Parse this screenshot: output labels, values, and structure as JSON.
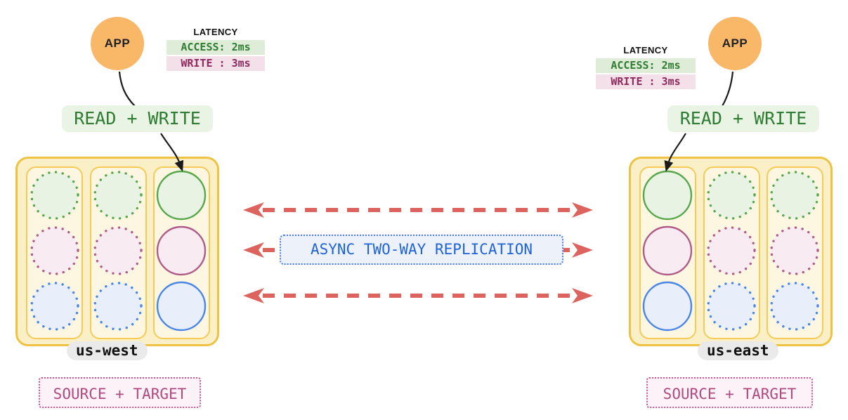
{
  "diagram": {
    "replication_label": "ASYNC TWO-WAY REPLICATION",
    "arrow_count": 3
  },
  "regions": [
    {
      "app": "APP",
      "latency_title": "LATENCY",
      "access": "ACCESS: 2ms",
      "write": "WRITE : 3ms",
      "action": "READ + WRITE",
      "name": "us-west",
      "role": "SOURCE + TARGET",
      "columns": [
        "dotted",
        "dotted",
        "solid"
      ]
    },
    {
      "app": "APP",
      "latency_title": "LATENCY",
      "access": "ACCESS: 2ms",
      "write": "WRITE : 3ms",
      "action": "READ + WRITE",
      "name": "us-east",
      "role": "SOURCE + TARGET",
      "columns": [
        "solid",
        "dotted",
        "dotted"
      ]
    }
  ],
  "colors": {
    "app_circle": "#F9B768",
    "green_text": "#2E7D32",
    "green_pill_bg": "#E9F4E5",
    "green_row_bg": "#DFEDD8",
    "magenta_text": "#8E2A5E",
    "magenta_row_bg": "#F4E0E9",
    "cluster_fill": "#FBEFC7",
    "cluster_border": "#EFC342",
    "column_fill": "#FDF7E2",
    "column_border": "#F4CC55",
    "circle_green": "#57A74D",
    "circle_green_fill": "#E9F3E4",
    "circle_pink": "#B05C88",
    "circle_pink_fill": "#F8ECF2",
    "circle_blue": "#4A86E8",
    "circle_blue_fill": "#E8EFFB",
    "arrow_red": "#DC635E",
    "replication_text": "#1F64D6",
    "replication_bg": "#EDF2FA",
    "replication_border": "#4A7DE0",
    "role_text": "#B04B80",
    "role_border": "#C2578E",
    "role_bg": "#FCF2F8",
    "region_pill_bg": "#EAEAEA",
    "ink": "#1B1B1B"
  }
}
